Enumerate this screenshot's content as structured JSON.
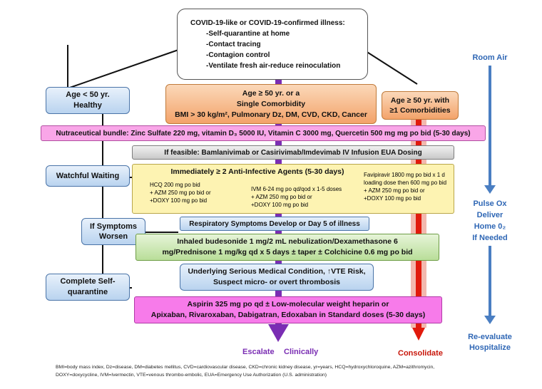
{
  "top_box": {
    "title": "COVID-19-like or COVID-19-confirmed illness:",
    "items": [
      "-Self-quarantine at home",
      "-Contact tracing",
      "-Contagion control",
      "-Ventilate fresh air-reduce reinoculation"
    ]
  },
  "left": {
    "age_under_50": [
      "Age < 50 yr.",
      "Healthy"
    ],
    "watchful_waiting": "Watchful Waiting",
    "if_symptoms_worsen": [
      "If Symptoms",
      "Worsen"
    ],
    "complete_quarantine": [
      "Complete Self-",
      "quarantine"
    ]
  },
  "age_over_50_single": [
    "Age ≥ 50 yr. or a",
    "Single Comorbidity",
    "BMI > 30 kg/m², Pulmonary Dz, DM, CVD, CKD, Cancer"
  ],
  "age_over_50_multi": [
    "Age ≥ 50 yr. with",
    "≥1 Comorbidities"
  ],
  "nutraceutical": "Nutraceutical bundle: Zinc Sulfate 220 mg, vitamin D₃ 5000 IU, Vitamin C 3000 mg, Quercetin 500 mg mg po bid (5-30 days)",
  "antibody": "If feasible:  Bamlanivimab or Casirivimab/Imdevimab IV Infusion EUA Dosing",
  "anti_infective": {
    "title": "Immediately ≥ 2 Anti-Infective Agents (5-30 days)",
    "col1": [
      "HCQ 200 mg po bid",
      "+ AZM 250 mg po bid or",
      "+DOXY 100 mg po bid"
    ],
    "col2": [
      "IVM 6-24 mg po qd/qod x 1-5 doses",
      "+ AZM 250 mg po bid or",
      "+DOXY 100 mg po bid"
    ],
    "col3": [
      "Favipiravir 1800 mg po bid  x 1 d",
      "loading dose then 600 mg po bid",
      "+ AZM 250 mg po bid or",
      "+DOXY 100 mg po bid"
    ]
  },
  "respiratory": "Respiratory Symptoms Develop or Day 5 of illness",
  "budesonide": [
    "Inhaled budesonide 1 mg/2 mL nebulization/Dexamethasone 6",
    "mg/Prednisone 1 mg/kg qd x 5 days ± taper ± Colchicine 0.6 mg po bid"
  ],
  "underlying": [
    "Underlying Serious Medical Condition, ↑VTE Risk,",
    "Suspect micro- or overt thrombosis"
  ],
  "aspirin": [
    "Aspirin 325 mg po qd ± Low-molecular weight heparin or",
    "Apixaban, Rivaroxaban, Dabigatran, Edoxaban in Standard doses (5-30 days)"
  ],
  "outcomes": {
    "escalate": "Escalate",
    "clinically": "Clinically",
    "consolidate": "Consolidate"
  },
  "right_side": {
    "room_air": "Room Air",
    "pulse_ox": [
      "Pulse Ox",
      "Deliver",
      "Home 0₂",
      "If Needed"
    ],
    "reevaluate": [
      "Re-evaluate",
      "Hospitalize"
    ]
  },
  "footnote": [
    "BMI=body mass index, Dz=disease, DM=diabetes mellitus, CVD=cardiovascular disease, CKD=chronic kidney disease, yr=years, HCQ=hydroxychloroquine, AZM=azithromycin,",
    "DOXY=doxycycline, IVM=Ivermectin, VTE=venous thrombo-embolic, EUA=Emergency Use Authorization (U.S. administration)"
  ],
  "colors": {
    "purple_arrow": "#7a2db3",
    "red_arrow": "#e11a0c",
    "blue_arrow": "#4a7ec2",
    "side_text": "#2f67b5"
  }
}
